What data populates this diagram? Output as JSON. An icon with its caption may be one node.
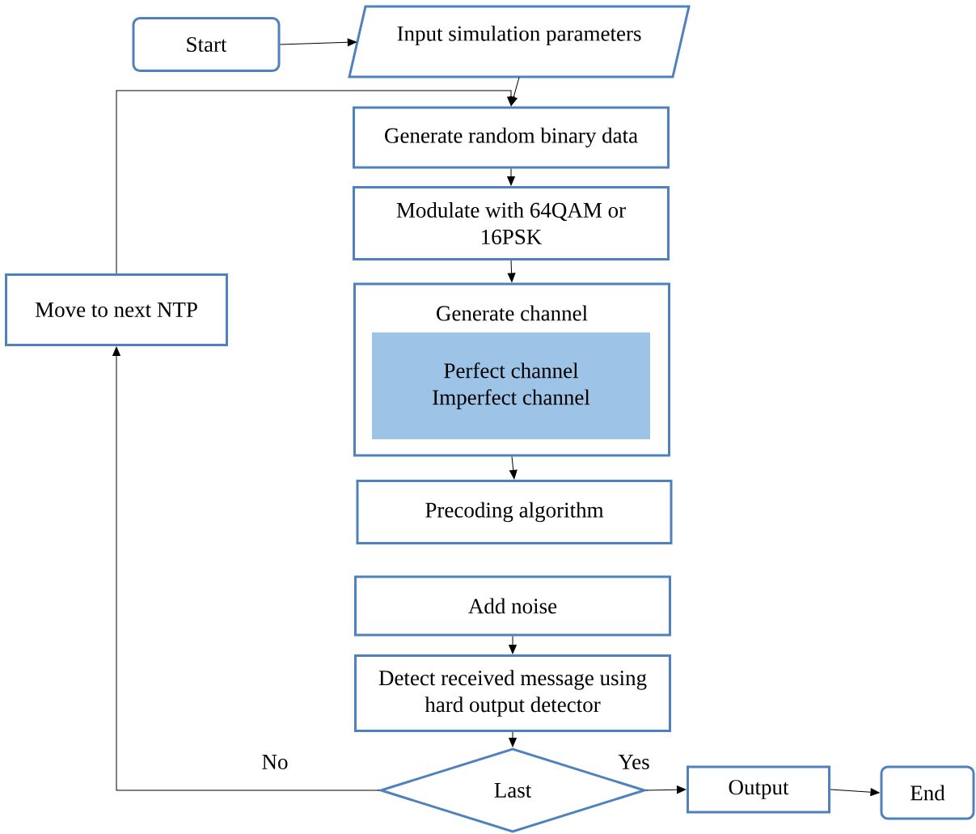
{
  "diagram": {
    "nodes": [
      {
        "text": [
          "Start"
        ]
      },
      {
        "text": [
          "Input simulation parameters"
        ]
      },
      {
        "text": [
          "Generate random binary data"
        ]
      },
      {
        "text": [
          "Modulate with 64QAM or 16PSK"
        ]
      },
      {
        "text": [
          "Generate channel"
        ]
      },
      {
        "text": [
          "Perfect channel",
          "Imperfect channel"
        ],
        "in": 4
      },
      {
        "text": [
          "Precoding algorithm"
        ]
      },
      {
        "text": [
          "Add noise"
        ]
      },
      {
        "text": [
          "Detect received message using hard output detector"
        ]
      },
      {
        "text": [
          "Last"
        ]
      },
      {
        "text": [
          "Output"
        ]
      },
      {
        "text": [
          "End"
        ]
      },
      {
        "text": [
          "Move to next NTP"
        ]
      }
    ],
    "edges": [
      {
        "from": 0,
        "to": 1,
        "arrow": "to"
      },
      {
        "from": 1,
        "to": 2,
        "arrow": "to"
      },
      {
        "from": 2,
        "to": 3,
        "arrow": "to"
      },
      {
        "from": 3,
        "to": 4,
        "arrow": "to"
      },
      {
        "from": 4,
        "to": 6,
        "arrow": "to"
      },
      {
        "from": 7,
        "to": 8,
        "arrow": "to"
      },
      {
        "from": 8,
        "to": 9,
        "arrow": "to"
      },
      {
        "from": 9,
        "to": 10,
        "arrow": "to",
        "label": "Yes"
      },
      {
        "from": 10,
        "to": 11,
        "arrow": "to"
      },
      {
        "from": 9,
        "to": 12,
        "arrow": "to",
        "label": "No"
      },
      {
        "from": 12,
        "to": 2,
        "arrow": "to"
      }
    ]
  }
}
